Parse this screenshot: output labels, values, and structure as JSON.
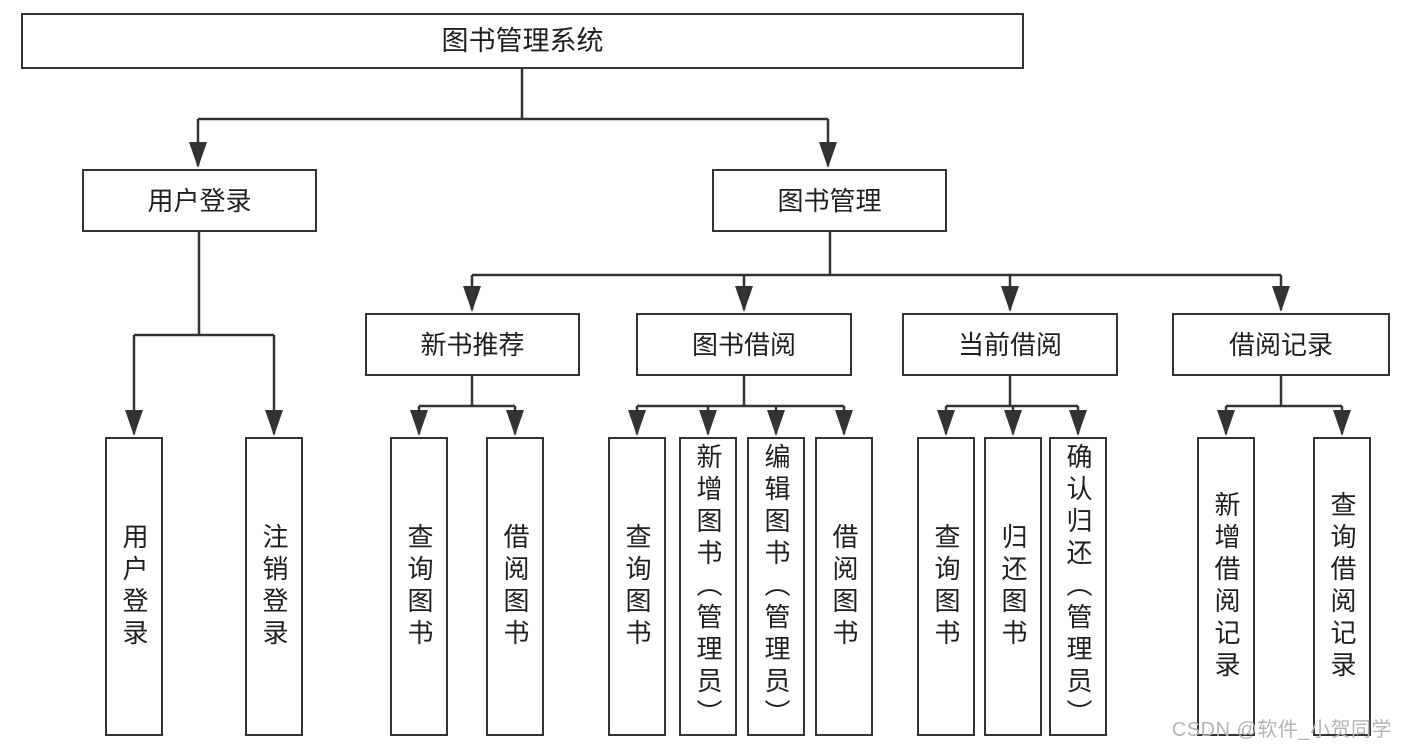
{
  "diagram": {
    "root": {
      "label": "图书管理系统"
    },
    "level2": [
      {
        "label": "用户登录"
      },
      {
        "label": "图书管理"
      }
    ],
    "level3": [
      {
        "label": "新书推荐"
      },
      {
        "label": "图书借阅"
      },
      {
        "label": "当前借阅"
      },
      {
        "label": "借阅记录"
      }
    ],
    "leaves": {
      "user_login": [
        "用户登录",
        "注销登录"
      ],
      "new_book_recommend": [
        "查询图书",
        "借阅图书"
      ],
      "book_borrow": [
        "查询图书",
        "新增图书（管理员）",
        "编辑图书（管理员）",
        "借阅图书"
      ],
      "current_borrow": [
        "查询图书",
        "归还图书",
        "确认归还（管理员）"
      ],
      "borrow_records": [
        "新增借阅记录",
        "查询借阅记录"
      ]
    }
  },
  "watermark": "CSDN @软件_小贺同学",
  "colors": {
    "line": "#333333",
    "box_border": "#333333",
    "text": "#1f1f1f",
    "watermark": "#b4b4b4",
    "background": "#ffffff"
  }
}
